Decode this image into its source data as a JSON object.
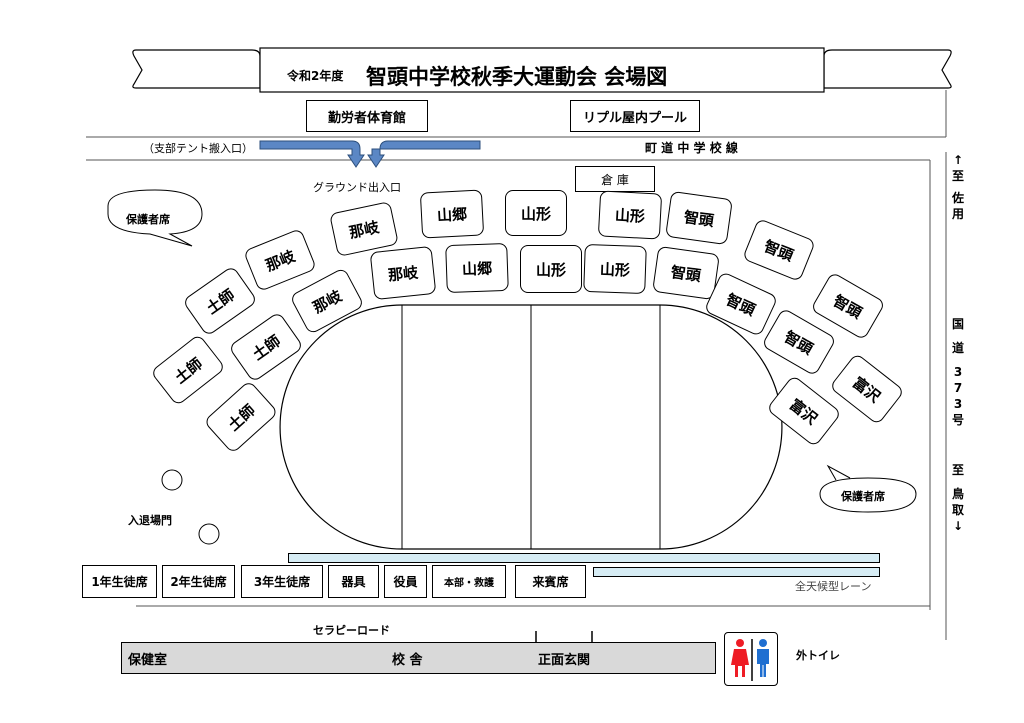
{
  "title": {
    "year": "令和2年度",
    "main": "智頭中学校秋季大運動会  会場図"
  },
  "buildings_top": {
    "gym": "勤労者体育館",
    "pool": "リプル屋内プール"
  },
  "roads": {
    "town_road": "町 道 中 学 校 線",
    "national_road": [
      "至",
      "佐",
      "用",
      "国",
      "道",
      "3",
      "7",
      "3",
      "号",
      "至",
      "鳥",
      "取"
    ],
    "arrow_up": "↑",
    "arrow_down": "↓",
    "therapy_road": "セラピーロード"
  },
  "entrances": {
    "tent_entrance": "（支部テント搬入口）",
    "ground_entrance": "グラウンド出入口",
    "gate": "入退場門"
  },
  "storage": "倉 庫",
  "guardian_seats": [
    "保護者席",
    "保護者席"
  ],
  "tents": [
    {
      "id": "t1",
      "label": "那岐"
    },
    {
      "id": "t2",
      "label": "山郷"
    },
    {
      "id": "t3",
      "label": "山形"
    },
    {
      "id": "t4",
      "label": "山形"
    },
    {
      "id": "t5",
      "label": "智頭"
    },
    {
      "id": "t6",
      "label": "那岐"
    },
    {
      "id": "t7",
      "label": "那岐"
    },
    {
      "id": "t8",
      "label": "山郷"
    },
    {
      "id": "t9",
      "label": "山形"
    },
    {
      "id": "t10",
      "label": "山形"
    },
    {
      "id": "t11",
      "label": "智頭"
    },
    {
      "id": "t12",
      "label": "智頭"
    },
    {
      "id": "t13",
      "label": "那岐"
    },
    {
      "id": "t14",
      "label": "土師"
    },
    {
      "id": "t15",
      "label": "土師"
    },
    {
      "id": "t16",
      "label": "土師"
    },
    {
      "id": "t17",
      "label": "土師"
    },
    {
      "id": "t18",
      "label": "智頭"
    },
    {
      "id": "t19",
      "label": "智頭"
    },
    {
      "id": "t20",
      "label": "智頭"
    },
    {
      "id": "t21",
      "label": "富沢"
    },
    {
      "id": "t22",
      "label": "富沢"
    }
  ],
  "seats_bottom": [
    {
      "label": "1年生徒席"
    },
    {
      "label": "2年生徒席"
    },
    {
      "label": "3年生徒席"
    },
    {
      "label": "器具"
    },
    {
      "label": "役員"
    },
    {
      "label": "本部・救護"
    },
    {
      "label": "来賓席"
    }
  ],
  "lane": "全天候型レーン",
  "school": {
    "infirmary": "保健室",
    "building": "校 舎",
    "entrance": "正面玄関"
  },
  "toilet": "外トイレ",
  "colors": {
    "arrow": "#5b87c5",
    "lane": "#d6ecf4",
    "school": "#d9d9d9",
    "female": "#ee1c25",
    "male": "#1f6fd1"
  }
}
